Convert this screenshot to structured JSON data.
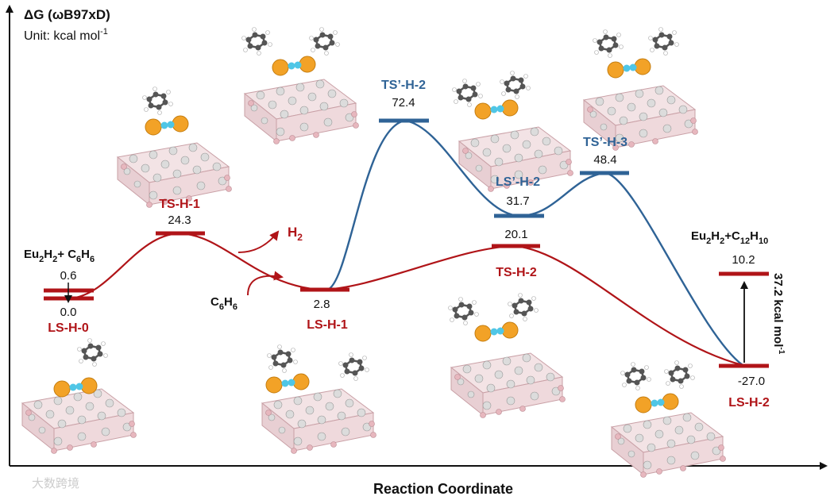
{
  "header": {
    "title": "ΔG (ωB97xD)",
    "unit_prefix": "Unit: kcal mol",
    "unit_exp": "-1"
  },
  "x_axis_label": "Reaction Coordinate",
  "watermark": "大数跨境",
  "colors": {
    "red": "#b01418",
    "blue": "#2f6396",
    "black": "#111111",
    "orange": "#f2a227",
    "cyan": "#4fc6e6",
    "grey": "#555555",
    "pink": "#d9aeb4"
  },
  "states": {
    "ls_h_0": {
      "name": "LS-H-0",
      "values": [
        "0.6",
        "0.0"
      ],
      "species": {
        "a": "Eu",
        "a_sub": "2",
        "b": "H",
        "b_sub": "2",
        "c": "+ C",
        "c_sub": "6",
        "d": "H",
        "d_sub": "6"
      }
    },
    "ts_h_1": {
      "name": "TS-H-1",
      "value": "24.3"
    },
    "ls_h_1": {
      "name": "LS-H-1",
      "value": "2.8"
    },
    "ts_prime_h_2": {
      "name": "TS’-H-2",
      "value": "72.4"
    },
    "ls_prime_h_2": {
      "name": "LS’-H-2",
      "value": "31.7"
    },
    "ts_h_2": {
      "name": "TS-H-2",
      "value": "20.1"
    },
    "ts_prime_h_3": {
      "name": "TS’-H-3",
      "value": "48.4"
    },
    "ls_h_2": {
      "name": "LS-H-2",
      "value": "-27.0"
    },
    "product": {
      "value": "10.2",
      "species": {
        "a": "Eu",
        "a_sub": "2",
        "b": "H",
        "b_sub": "2",
        "c": "+C",
        "c_sub": "12",
        "d": "H",
        "d_sub": "10"
      }
    }
  },
  "arrows": {
    "h2_out": {
      "main": "H",
      "sub": "2"
    },
    "c6h6_in": {
      "a": "C",
      "a_sub": "6",
      "b": "H",
      "b_sub": "6"
    }
  },
  "barrier_label": {
    "main": "37.2 kcal mol",
    "exp": "-1"
  }
}
